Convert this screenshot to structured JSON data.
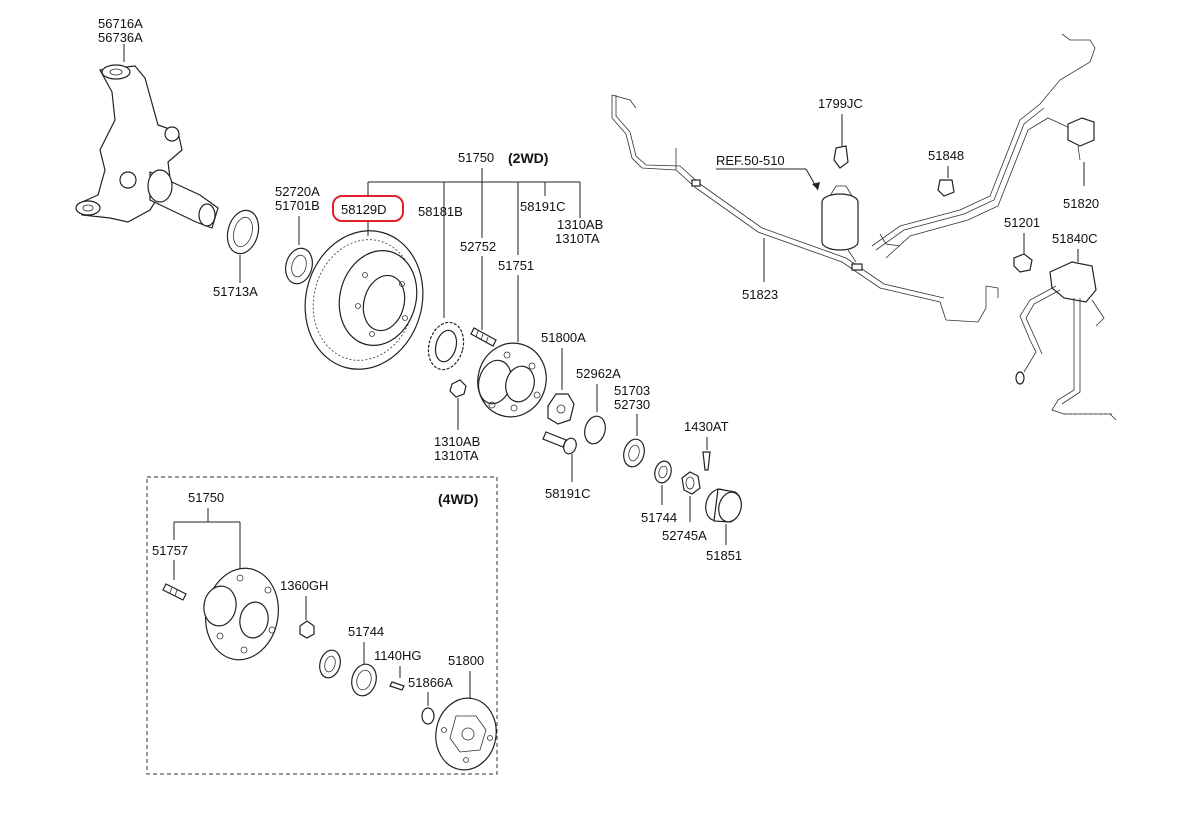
{
  "labels": {
    "l56716A": "56716A",
    "l56736A": "56736A",
    "l52720A": "52720A",
    "l51701B": "51701B",
    "l51713A": "51713A",
    "l58129D": "58129D",
    "l51750": "51750",
    "l2wd": "(2WD)",
    "l58181B": "58181B",
    "l52752": "52752",
    "l51751": "51751",
    "l58191C_top": "58191C",
    "l1310AB_top": "1310AB",
    "l1310TA_top": "1310TA",
    "l51800A": "51800A",
    "l52962A": "52962A",
    "l51703": "51703",
    "l52730": "52730",
    "l1430AT": "1430AT",
    "l1310AB_bot": "1310AB",
    "l1310TA_bot": "1310TA",
    "l58191C_bot": "58191C",
    "l51744_top": "51744",
    "l52745A": "52745A",
    "l51851": "51851",
    "l1799JC": "1799JC",
    "lREF": "REF.50-510",
    "l51848": "51848",
    "l51820": "51820",
    "l51823": "51823",
    "l51201": "51201",
    "l51840C": "51840C",
    "l4wd": "(4WD)",
    "l51750_4wd": "51750",
    "l51757": "51757",
    "l1360GH": "1360GH",
    "l51744_4wd": "51744",
    "l1140HG": "1140HG",
    "l51866A": "51866A",
    "l51800": "51800"
  },
  "highlight_color": "#e0202a"
}
